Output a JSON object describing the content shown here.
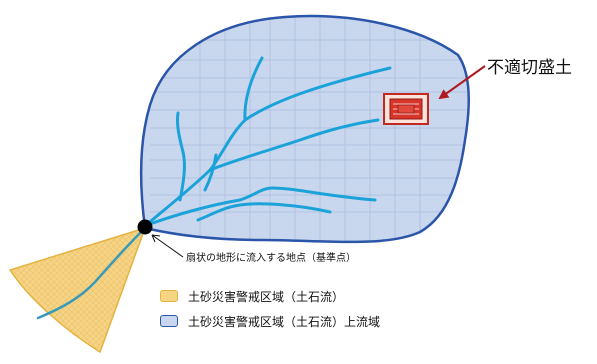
{
  "diagram": {
    "callout_label": "不適切盛土",
    "point_label": "扇状の地形に流入する地点（基準点）",
    "legend": [
      {
        "label": "土砂災害警戒区域（土石流）",
        "fill": "#F6D486",
        "stroke": "#E3B23C"
      },
      {
        "label": "土砂災害警戒区域（土石流）上流域",
        "fill": "#C9D7EE",
        "stroke": "#2B55A8"
      }
    ]
  },
  "colors": {
    "watershed_fill": "#C9D7EE",
    "watershed_stroke": "#2B55A8",
    "grid_line": "#9DB2D8",
    "stream": "#1BA3D9",
    "fan_fill": "#F6D486",
    "fan_stroke": "#E3B23C",
    "fan_stream": "#3A9AB8",
    "embankment": "#D8342A",
    "arrow": "#B01920",
    "point": "#000000"
  }
}
